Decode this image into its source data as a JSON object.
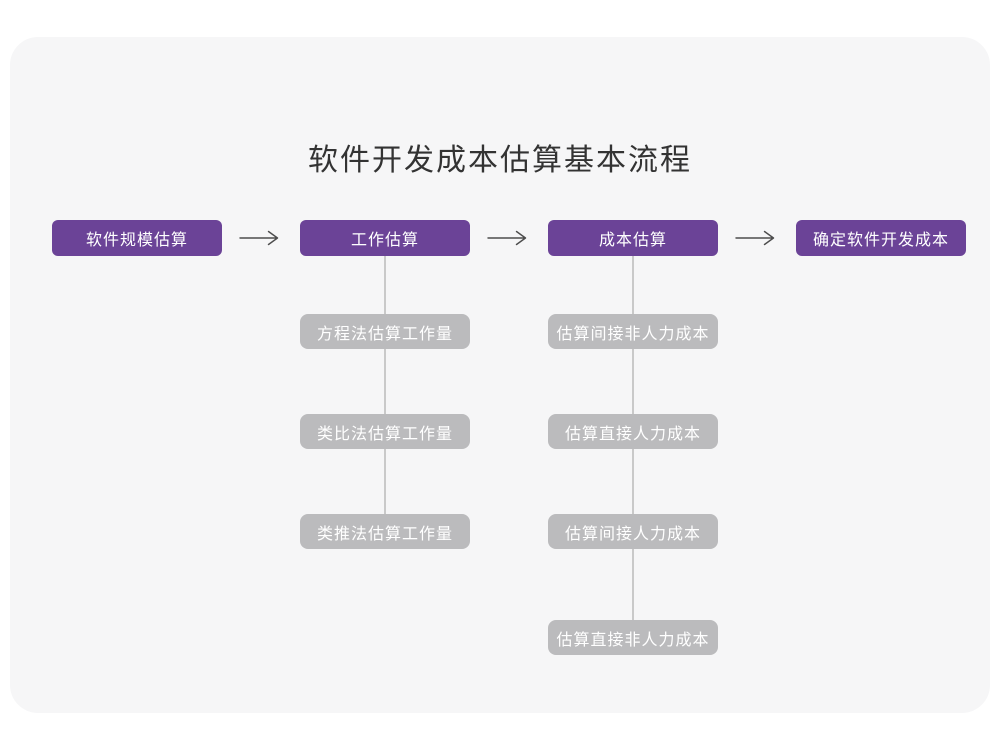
{
  "page": {
    "title": "软件开发成本估算基本流程"
  },
  "colors": {
    "canvas_bg": "#ffffff",
    "card_bg": "#f6f6f7",
    "primary": "#6b4397",
    "secondary": "#bbbbbd",
    "connector": "#c9c9c9",
    "arrow_color": "#4d4d4d",
    "title_text": "#333333",
    "node_text": "#ffffff"
  },
  "icons": {
    "flow_arrow": "arrow-right"
  },
  "flow": {
    "main_nodes": [
      {
        "label": "软件规模估算"
      },
      {
        "label": "工作估算"
      },
      {
        "label": "成本估算"
      },
      {
        "label": "确定软件开发成本"
      }
    ],
    "work_estimation_methods": [
      {
        "label": "方程法估算工作量"
      },
      {
        "label": "类比法估算工作量"
      },
      {
        "label": "类推法估算工作量"
      }
    ],
    "cost_estimation_steps": [
      {
        "label": "估算间接非人力成本"
      },
      {
        "label": "估算直接人力成本"
      },
      {
        "label": "估算间接人力成本"
      },
      {
        "label": "估算直接非人力成本"
      }
    ]
  }
}
